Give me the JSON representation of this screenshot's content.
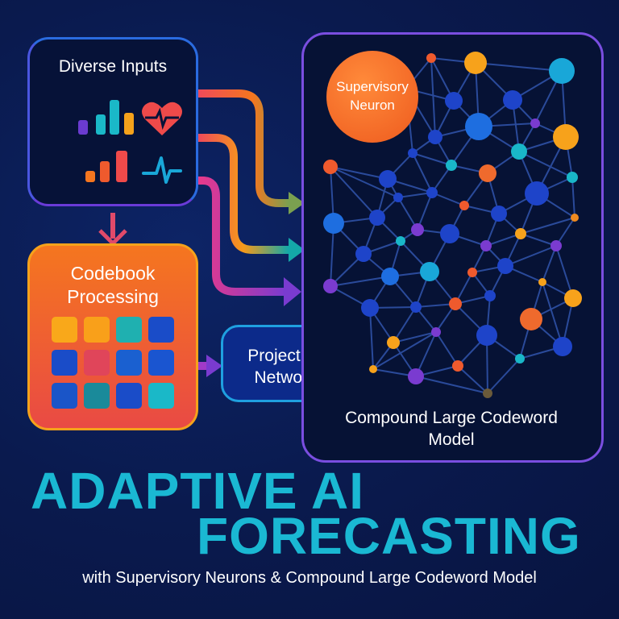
{
  "inputs": {
    "title": "Diverse Inputs",
    "icons": [
      "bar-chart-icon",
      "heart-rate-icon",
      "ascending-bars-icon",
      "pulse-icon"
    ]
  },
  "codebook": {
    "title": "Codebook Processing",
    "grid_colors": [
      "#f9a81a",
      "#f9a01a",
      "#1fb0b0",
      "#1a4cc8",
      "#1a4cc8",
      "#e0455a",
      "#1a60d0",
      "#1a55d0",
      "#1a55c8",
      "#1a8a9a",
      "#1a4cc8",
      "#1ab8c8"
    ]
  },
  "projection": {
    "title": "Projection Network"
  },
  "network": {
    "title": "Compound Large Codeword Model",
    "supervisory": "Supervisory Neuron"
  },
  "headline": {
    "line1": "ADAPTIVE AI",
    "line2": "FORECASTING",
    "subtitle": "with Supervisory Neurons & Compound Large Codeword Model"
  },
  "colors": {
    "accent": "#1ab8d3",
    "orange": "#f5761f",
    "purple": "#7a4ee0",
    "blue": "#2a6be0"
  }
}
